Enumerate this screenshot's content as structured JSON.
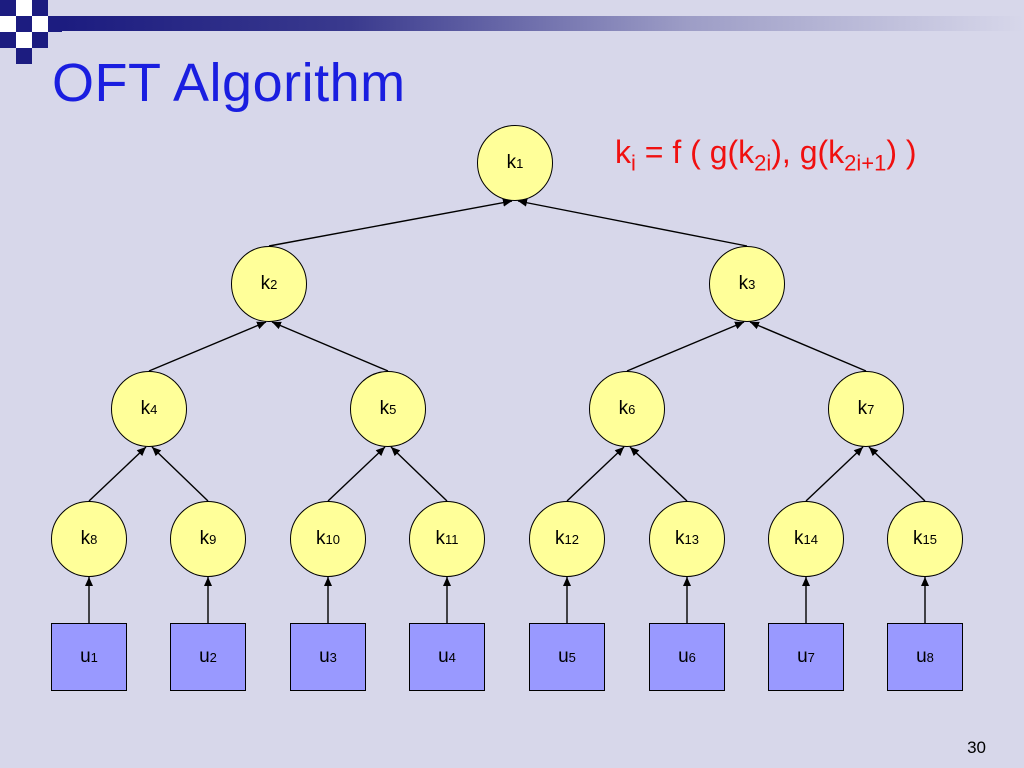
{
  "title": "OFT Algorithm",
  "formula": {
    "k": "k",
    "k_sub": "i",
    "eq": " = f ( g(k",
    "sub1": "2i",
    "mid": "), g(k",
    "sub2": "2i+1",
    "end": ") )"
  },
  "page_number": "30",
  "colors": {
    "title": "#1a1ee0",
    "formula": "#f01010",
    "key_node_fill": "#ffff99",
    "user_node_fill": "#9999ff",
    "background": "#d7d7ea"
  },
  "tree": {
    "keys": [
      {
        "label": "k",
        "sub": "1"
      },
      {
        "label": "k",
        "sub": "2"
      },
      {
        "label": "k",
        "sub": "3"
      },
      {
        "label": "k",
        "sub": "4"
      },
      {
        "label": "k",
        "sub": "5"
      },
      {
        "label": "k",
        "sub": "6"
      },
      {
        "label": "k",
        "sub": "7"
      },
      {
        "label": "k",
        "sub": "8"
      },
      {
        "label": "k",
        "sub": "9"
      },
      {
        "label": "k",
        "sub": "10"
      },
      {
        "label": "k",
        "sub": "11"
      },
      {
        "label": "k",
        "sub": "12"
      },
      {
        "label": "k",
        "sub": "13"
      },
      {
        "label": "k",
        "sub": "14"
      },
      {
        "label": "k",
        "sub": "15"
      }
    ],
    "users": [
      {
        "label": "u",
        "sub": "1"
      },
      {
        "label": "u",
        "sub": "2"
      },
      {
        "label": "u",
        "sub": "3"
      },
      {
        "label": "u",
        "sub": "4"
      },
      {
        "label": "u",
        "sub": "5"
      },
      {
        "label": "u",
        "sub": "6"
      },
      {
        "label": "u",
        "sub": "7"
      },
      {
        "label": "u",
        "sub": "8"
      }
    ]
  }
}
